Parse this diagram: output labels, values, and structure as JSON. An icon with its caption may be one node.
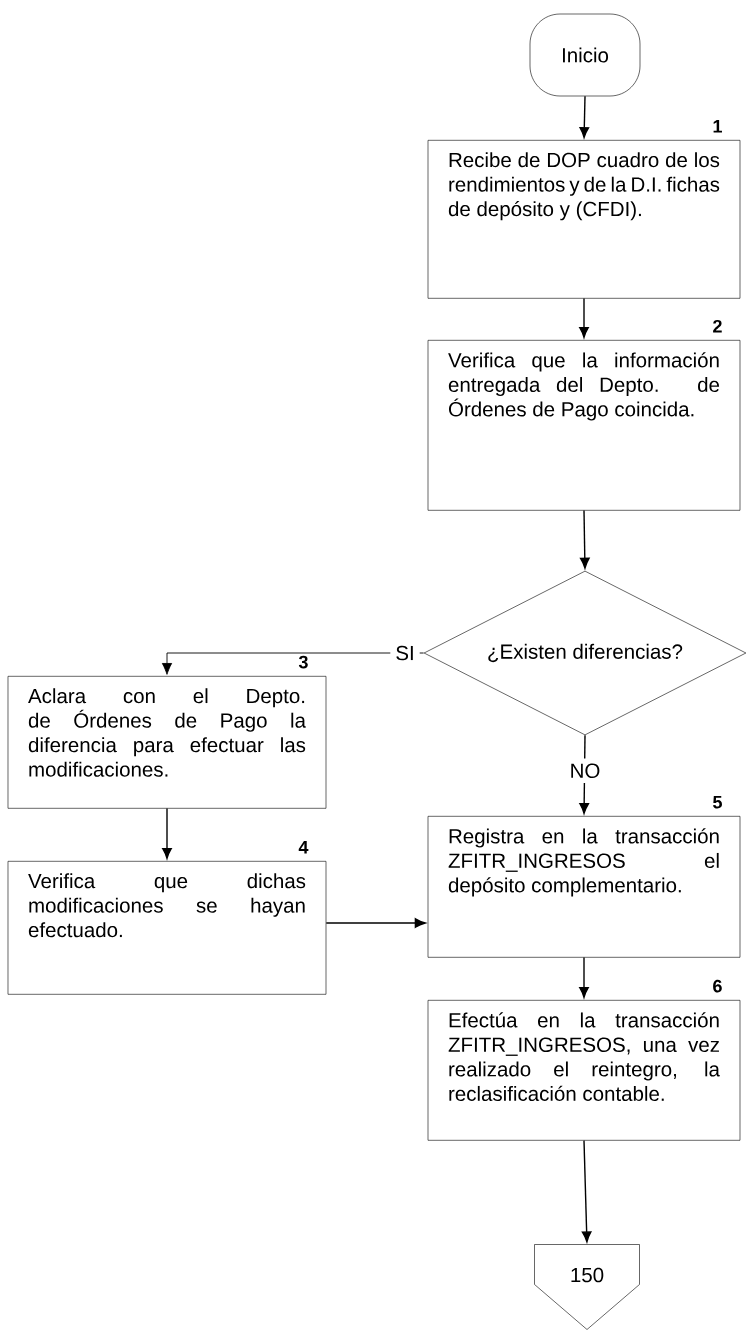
{
  "diagram": {
    "nodes": [
      {
        "text": [
          "Inicio"
        ]
      },
      {
        "text": [
          "Recibe de DOP cuadro de los rendimientos y de la D.I. fichas de depósito y (CFDI)."
        ],
        "beside": [
          "1"
        ]
      },
      {
        "text": [
          "Verifica que la información entregada del Depto. de Órdenes de Pago coincida."
        ],
        "beside": [
          "2"
        ]
      },
      {
        "text": [
          "¿Existen diferencias?"
        ]
      },
      {
        "text": [
          "Aclara con el Depto. de Órdenes de Pago la diferencia para efectuar las modificaciones."
        ],
        "beside": [
          "3"
        ]
      },
      {
        "text": [
          "Verifica que dichas modificaciones se hayan efectuado."
        ],
        "beside": [
          "4"
        ]
      },
      {
        "text": [
          "Registra en la transacción ZFITR_INGRESOS el depósito complementario."
        ],
        "beside": [
          "5"
        ]
      },
      {
        "text": [
          "Efectúa en la transacción ZFITR_INGRESOS, una vez realizado el reintegro, la reclasificación contable."
        ],
        "beside": [
          "6"
        ]
      },
      {
        "text": [
          "150"
        ]
      }
    ],
    "edges": [
      {
        "from": 0,
        "to": 1,
        "arrow": "to"
      },
      {
        "from": 1,
        "to": 2,
        "arrow": "to"
      },
      {
        "from": 2,
        "to": 3,
        "arrow": "to"
      },
      {
        "from": 3,
        "to": 4,
        "arrow": "to",
        "label": "SI"
      },
      {
        "from": 3,
        "to": 6,
        "arrow": "to",
        "label": "NO"
      },
      {
        "from": 4,
        "to": 5,
        "arrow": "to"
      },
      {
        "from": 5,
        "to": 6,
        "arrow": "to"
      },
      {
        "from": 6,
        "to": 7,
        "arrow": "to"
      },
      {
        "from": 7,
        "to": 8,
        "arrow": "to"
      }
    ]
  }
}
